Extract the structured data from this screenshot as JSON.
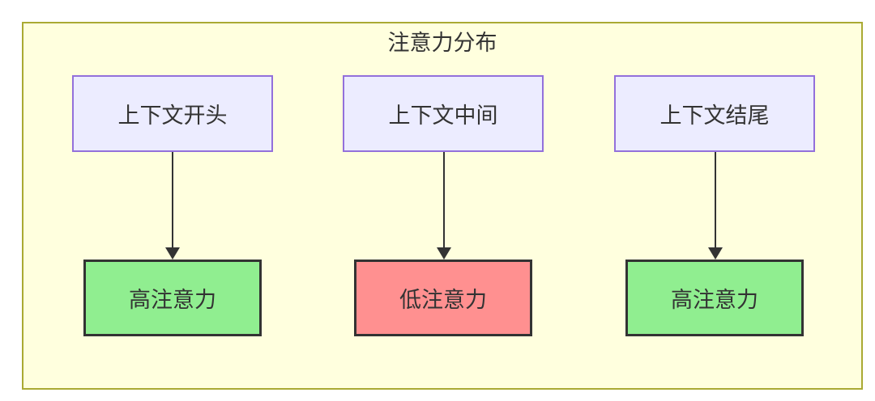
{
  "diagram": {
    "title": "注意力分布",
    "colors": {
      "container_bg": "#ffffde",
      "container_border": "#aaaa33",
      "source_node_bg": "#ececff",
      "source_node_border": "#9370db",
      "high_attention_bg": "#90ee90",
      "low_attention_bg": "#ff9090",
      "result_node_border": "#333333",
      "arrow_color": "#333333",
      "text_color": "#333333"
    },
    "columns": [
      {
        "source": "上下文开头",
        "result": "高注意力",
        "result_type": "high"
      },
      {
        "source": "上下文中间",
        "result": "低注意力",
        "result_type": "low"
      },
      {
        "source": "上下文结尾",
        "result": "高注意力",
        "result_type": "high"
      }
    ]
  }
}
